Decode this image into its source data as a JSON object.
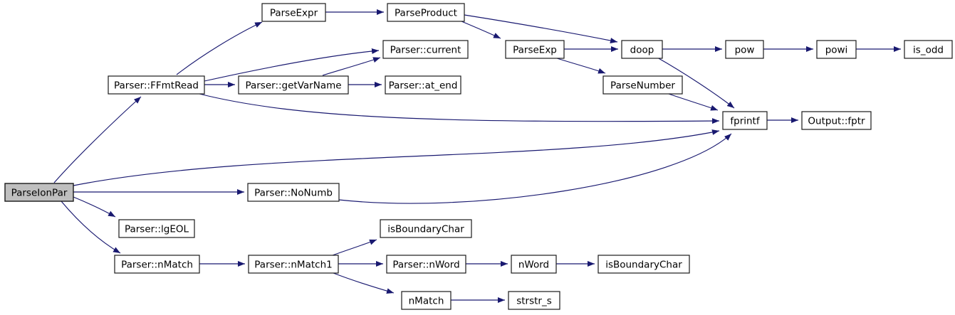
{
  "graph": {
    "type": "call-graph",
    "edge_color": "#191970",
    "node_fill": "#ffffff",
    "node_border": "#1a1a1a",
    "highlight_fill": "#bfbfbf",
    "nodes": [
      {
        "id": "ParseIonPar",
        "label": "ParseIonPar",
        "highlighted": true
      },
      {
        "id": "Parser::FFmtRead",
        "label": "Parser::FFmtRead"
      },
      {
        "id": "ParseExpr",
        "label": "ParseExpr"
      },
      {
        "id": "ParseProduct",
        "label": "ParseProduct"
      },
      {
        "id": "Parser::current",
        "label": "Parser::current"
      },
      {
        "id": "ParseExp",
        "label": "ParseExp"
      },
      {
        "id": "doop",
        "label": "doop"
      },
      {
        "id": "pow",
        "label": "pow"
      },
      {
        "id": "powi",
        "label": "powi"
      },
      {
        "id": "is_odd",
        "label": "is_odd"
      },
      {
        "id": "Parser::getVarName",
        "label": "Parser::getVarName"
      },
      {
        "id": "Parser::at_end",
        "label": "Parser::at_end"
      },
      {
        "id": "ParseNumber",
        "label": "ParseNumber"
      },
      {
        "id": "fprintf",
        "label": "fprintf"
      },
      {
        "id": "Output::fptr",
        "label": "Output::fptr"
      },
      {
        "id": "Parser::NoNumb",
        "label": "Parser::NoNumb"
      },
      {
        "id": "Parser::lgEOL",
        "label": "Parser::lgEOL"
      },
      {
        "id": "Parser::nMatch",
        "label": "Parser::nMatch"
      },
      {
        "id": "Parser::nMatch1",
        "label": "Parser::nMatch1"
      },
      {
        "id": "isBoundaryChar",
        "label": "isBoundaryChar"
      },
      {
        "id": "Parser::nWord",
        "label": "Parser::nWord"
      },
      {
        "id": "nWord",
        "label": "nWord"
      },
      {
        "id": "isBoundaryChar_2",
        "label": "isBoundaryChar"
      },
      {
        "id": "nMatch",
        "label": "nMatch"
      },
      {
        "id": "strstr_s",
        "label": "strstr_s"
      }
    ],
    "edges": [
      {
        "from": "ParseIonPar",
        "to": "Parser::FFmtRead"
      },
      {
        "from": "ParseIonPar",
        "to": "fprintf"
      },
      {
        "from": "ParseIonPar",
        "to": "Parser::NoNumb"
      },
      {
        "from": "ParseIonPar",
        "to": "Parser::lgEOL"
      },
      {
        "from": "ParseIonPar",
        "to": "Parser::nMatch"
      },
      {
        "from": "Parser::FFmtRead",
        "to": "ParseExpr"
      },
      {
        "from": "Parser::FFmtRead",
        "to": "Parser::current"
      },
      {
        "from": "Parser::FFmtRead",
        "to": "Parser::getVarName"
      },
      {
        "from": "Parser::FFmtRead",
        "to": "fprintf"
      },
      {
        "from": "ParseExpr",
        "to": "ParseProduct"
      },
      {
        "from": "ParseProduct",
        "to": "ParseExp"
      },
      {
        "from": "ParseProduct",
        "to": "doop"
      },
      {
        "from": "ParseExp",
        "to": "doop"
      },
      {
        "from": "ParseExp",
        "to": "ParseNumber"
      },
      {
        "from": "doop",
        "to": "pow"
      },
      {
        "from": "doop",
        "to": "fprintf"
      },
      {
        "from": "pow",
        "to": "powi"
      },
      {
        "from": "powi",
        "to": "is_odd"
      },
      {
        "from": "ParseNumber",
        "to": "fprintf"
      },
      {
        "from": "fprintf",
        "to": "Output::fptr"
      },
      {
        "from": "Parser::getVarName",
        "to": "Parser::current"
      },
      {
        "from": "Parser::getVarName",
        "to": "Parser::at_end"
      },
      {
        "from": "Parser::NoNumb",
        "to": "fprintf"
      },
      {
        "from": "Parser::nMatch",
        "to": "Parser::nMatch1"
      },
      {
        "from": "Parser::nMatch1",
        "to": "isBoundaryChar"
      },
      {
        "from": "Parser::nMatch1",
        "to": "Parser::nWord"
      },
      {
        "from": "Parser::nMatch1",
        "to": "nMatch"
      },
      {
        "from": "Parser::nWord",
        "to": "nWord"
      },
      {
        "from": "nWord",
        "to": "isBoundaryChar_2"
      },
      {
        "from": "nMatch",
        "to": "strstr_s"
      }
    ]
  }
}
